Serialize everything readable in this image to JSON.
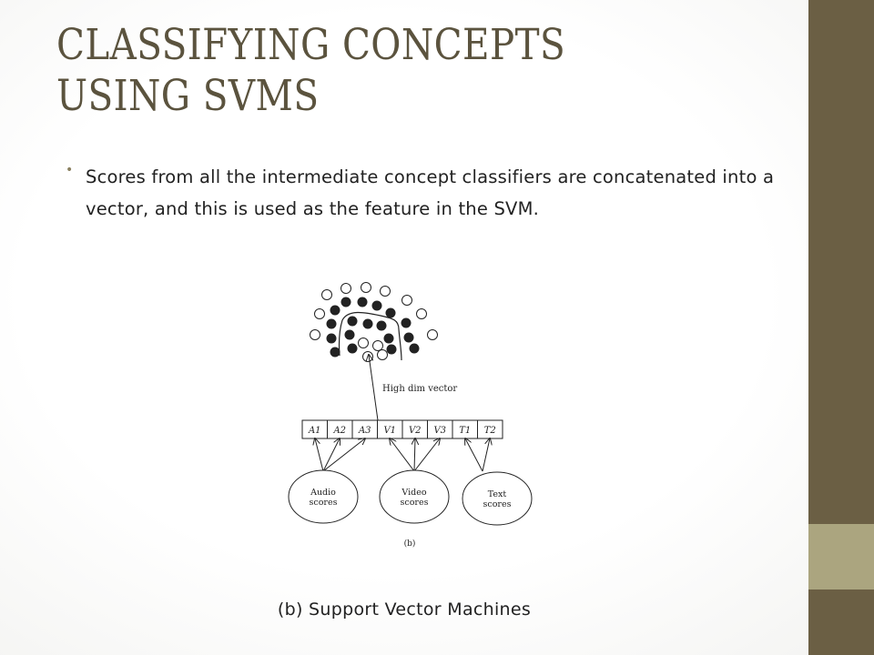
{
  "slide": {
    "title_line1": "CLASSIFYING CONCEPTS",
    "title_line2": "USING SVMS",
    "bullet": "Scores from all the intermediate concept classifiers are concatenated into a vector, and this is used as the feature in the SVM.",
    "caption": "(b) Support Vector Machines"
  },
  "diagram": {
    "vector_label": "High dim vector",
    "cells": [
      "A1",
      "A2",
      "A3",
      "V1",
      "V2",
      "V3",
      "T1",
      "T2"
    ],
    "ellipses": [
      {
        "line1": "Audio",
        "line2": "scores"
      },
      {
        "line1": "Video",
        "line2": "scores"
      },
      {
        "line1": "Text",
        "line2": "scores"
      }
    ],
    "figure_label": "(b)"
  },
  "colors": {
    "title": "#5b533e",
    "sidebar_dark": "#6b5f44",
    "sidebar_light": "#aba57f"
  }
}
